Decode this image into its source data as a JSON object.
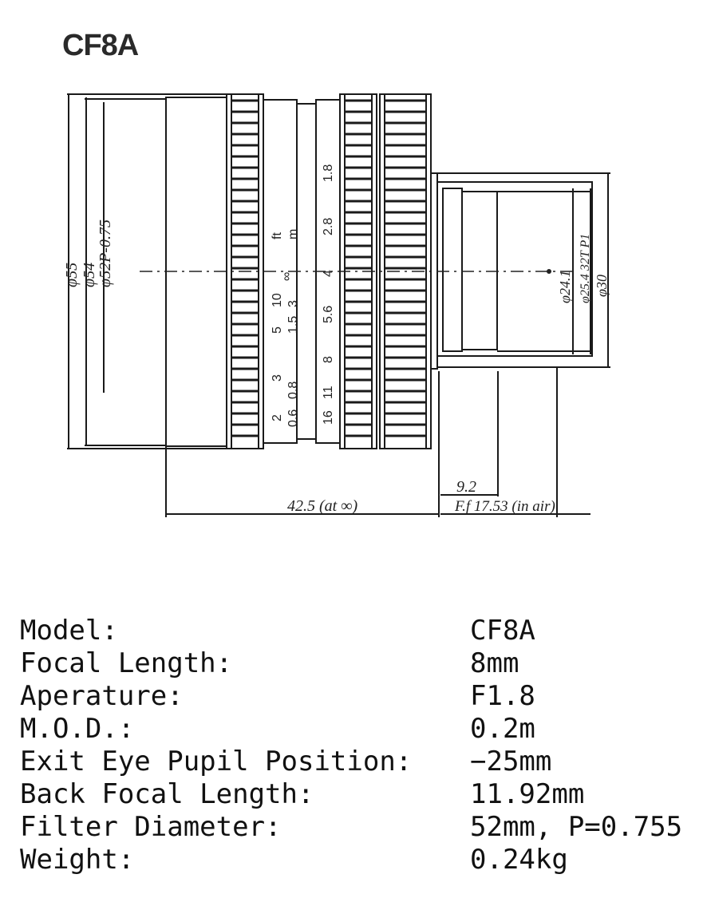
{
  "title": "CF8A",
  "drawing": {
    "dims": {
      "d55": "φ55",
      "d54": "φ54",
      "d52p": "φ52P-0.75",
      "d24": "φ24.1",
      "d25": "φ25.4 32T P1",
      "d30": "φ30",
      "len_total": "42.5 (at ∞)",
      "len_92": "9.2",
      "len_ff": "F.f 17.53 (in air)"
    },
    "focus_scale_ft": [
      "ft",
      "10",
      "5",
      "3",
      "2"
    ],
    "focus_scale_m": [
      "m",
      "∞",
      "3",
      "1.5",
      "0.8",
      "0.6"
    ],
    "aperture_scale": [
      "1.8",
      "2.8",
      "4",
      "5.6",
      "8",
      "11",
      "16"
    ]
  },
  "specs": [
    {
      "label": "Model:",
      "value": "CF8A"
    },
    {
      "label": "Focal Length:",
      "value": "8mm"
    },
    {
      "label": "Aperature:",
      "value": "F1.8"
    },
    {
      "label": "M.O.D.:",
      "value": "0.2m"
    },
    {
      "label": "Exit Eye Pupil Position:",
      "value": "−25mm"
    },
    {
      "label": "Back Focal Length:",
      "value": "11.92mm"
    },
    {
      "label": "Filter Diameter:",
      "value": "52mm, P=0.755"
    },
    {
      "label": "Weight:",
      "value": "0.24kg"
    }
  ]
}
